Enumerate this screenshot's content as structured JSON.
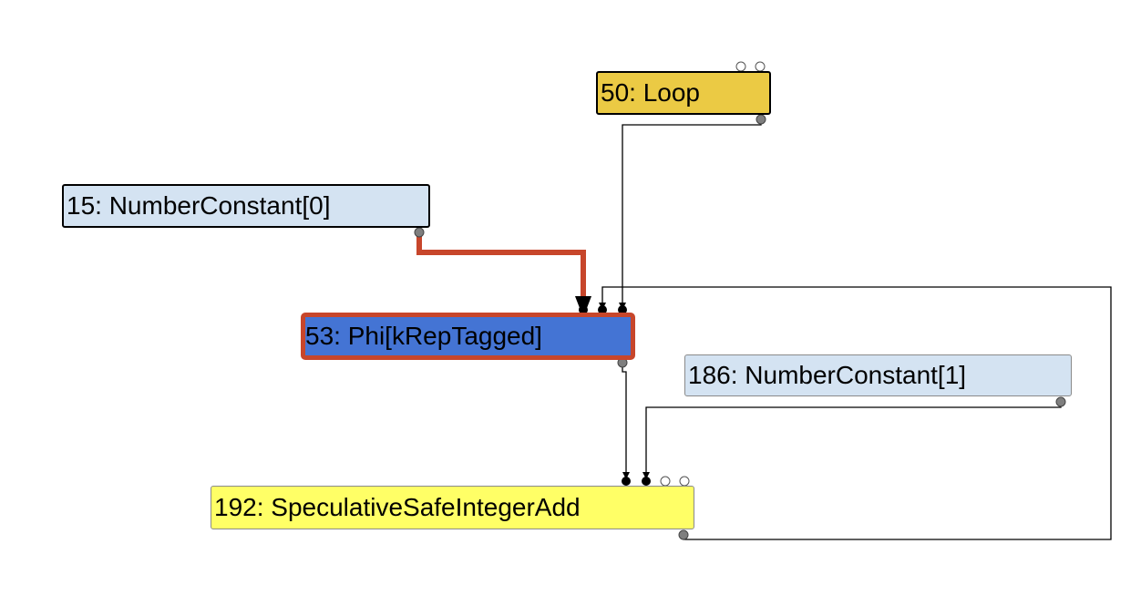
{
  "colors": {
    "loop": "#ebca44",
    "constant": "#d4e3f2",
    "phi": "#4474d4",
    "add": "#ffff66",
    "highlight_edge": "#c7462b",
    "edge": "#000000",
    "output_dot": "#7f7f7f"
  },
  "nodes": [
    {
      "id": "n50",
      "label": "50: Loop"
    },
    {
      "id": "n15",
      "label": "15: NumberConstant[0]"
    },
    {
      "id": "n53",
      "label": "53: Phi[kRepTagged]"
    },
    {
      "id": "n186",
      "label": "186: NumberConstant[1]"
    },
    {
      "id": "n192",
      "label": "192: SpeculativeSafeIntegerAdd"
    }
  ],
  "edges": [
    {
      "from": "15: NumberConstant[0]",
      "to": "53: Phi[kRepTagged]",
      "highlighted": true
    },
    {
      "from": "192: SpeculativeSafeIntegerAdd",
      "to": "53: Phi[kRepTagged]",
      "highlighted": false
    },
    {
      "from": "50: Loop",
      "to": "53: Phi[kRepTagged]",
      "highlighted": false
    },
    {
      "from": "53: Phi[kRepTagged]",
      "to": "192: SpeculativeSafeIntegerAdd",
      "highlighted": false
    },
    {
      "from": "186: NumberConstant[1]",
      "to": "192: SpeculativeSafeIntegerAdd",
      "highlighted": false
    }
  ]
}
